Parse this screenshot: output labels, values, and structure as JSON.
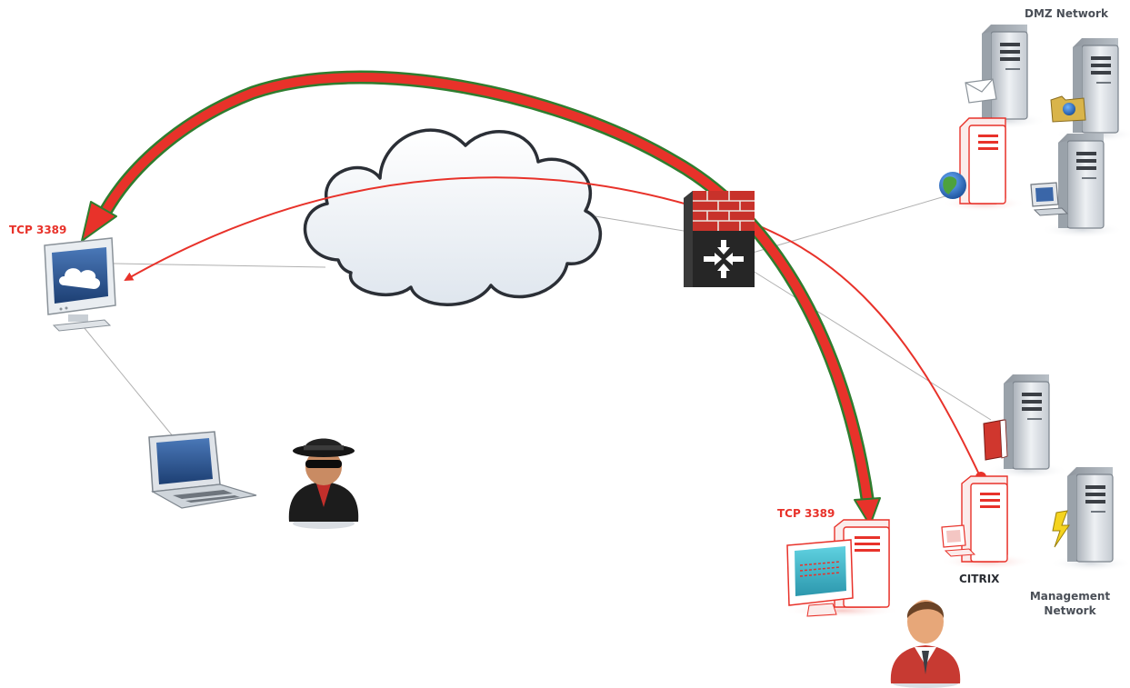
{
  "labels": {
    "dmz_network": "DMZ Network",
    "tcp_left": "TCP 3389",
    "tcp_right": "TCP 3389",
    "citrix": "CITRIX",
    "management_line1": "Management",
    "management_line2": "Network"
  },
  "colors": {
    "accent_red": "#e8322a",
    "arrow_glow": "#2e8b2e",
    "link_gray": "#b0b0b0",
    "label_gray": "#4a4f57"
  },
  "icons": [
    "cloud-icon",
    "firewall-router-icon",
    "remote-monitor-icon",
    "laptop-icon",
    "hacker-icon",
    "user-icon",
    "workstation-icon",
    "mail-server-icon",
    "web-server-icon",
    "dmz-compromised-server-icon",
    "dmz-admin-server-icon",
    "mgmt-server-icon",
    "citrix-server-icon",
    "power-server-icon"
  ]
}
